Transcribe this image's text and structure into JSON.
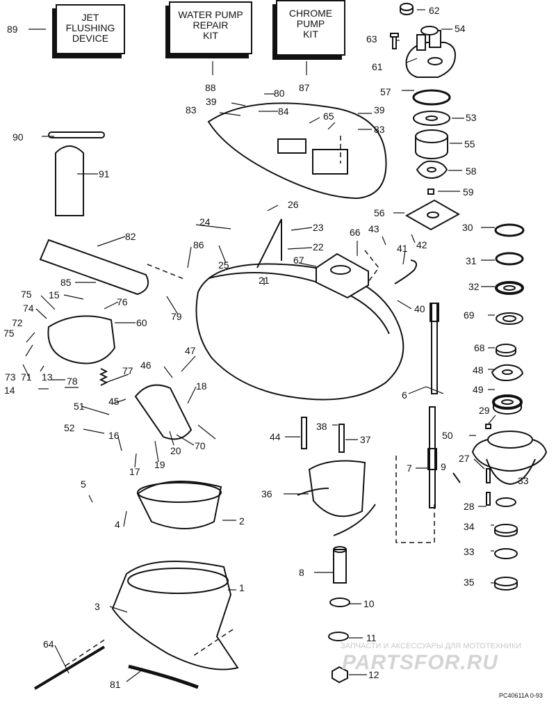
{
  "kits": [
    {
      "id": "89",
      "lines": [
        "JET",
        "FLUSHING",
        "DEVICE"
      ]
    },
    {
      "id": "88",
      "lines": [
        "WATER PUMP",
        "REPAIR",
        "KIT"
      ]
    },
    {
      "id": "87",
      "lines": [
        "CHROME",
        "PUMP",
        "KIT"
      ]
    }
  ],
  "labels": {
    "p1": "1",
    "p2": "2",
    "p3": "3",
    "p4": "4",
    "p5": "5",
    "p6": "6",
    "p7": "7",
    "p8": "8",
    "p9": "9",
    "p10": "10",
    "p11": "11",
    "p12": "12",
    "p13": "13",
    "p14": "14",
    "p15": "15",
    "p16": "16",
    "p17": "17",
    "p18": "18",
    "p19": "19",
    "p20": "20",
    "p21": "21",
    "p22": "22",
    "p23": "23",
    "p24": "24",
    "p25": "25",
    "p26": "26",
    "p27": "27",
    "p28": "28",
    "p29": "29",
    "p30": "30",
    "p31": "31",
    "p32": "32",
    "p33a": "33",
    "p33b": "33",
    "p34": "34",
    "p35": "35",
    "p36": "36",
    "p37": "37",
    "p38": "38",
    "p39a": "39",
    "p39b": "39",
    "p40": "40",
    "p41": "41",
    "p42": "42",
    "p43": "43",
    "p44": "44",
    "p45": "45",
    "p46": "46",
    "p47": "47",
    "p48": "48",
    "p49": "49",
    "p50": "50",
    "p51": "51",
    "p52": "52",
    "p53": "53",
    "p54": "54",
    "p55": "55",
    "p56": "56",
    "p57": "57",
    "p58": "58",
    "p59": "59",
    "p60": "60",
    "p61": "61",
    "p62": "62",
    "p63": "63",
    "p64": "64",
    "p65": "65",
    "p66": "66",
    "p67": "67",
    "p68": "68",
    "p69": "69",
    "p70": "70",
    "p71": "71",
    "p72": "72",
    "p73": "73",
    "p74": "74",
    "p75a": "75",
    "p75b": "75",
    "p76": "76",
    "p77": "77",
    "p78": "78",
    "p79": "79",
    "p80": "80",
    "p81": "81",
    "p82": "82",
    "p83a": "83",
    "p83b": "83",
    "p84": "84",
    "p85": "85",
    "p86": "86",
    "p87": "87",
    "p88": "88",
    "p89": "89",
    "p90": "90",
    "p91": "91"
  },
  "watermark": {
    "line1": "ЗАПЧАСТИ И АКСЕССУАРЫ ДЛЯ МОТОТЕХНИКИ",
    "line2": "PARTSFOR.RU"
  },
  "drawing_code": "PC40611A  0-93",
  "colors": {
    "ink": "#111111",
    "watermark": "#c9c9c9"
  }
}
